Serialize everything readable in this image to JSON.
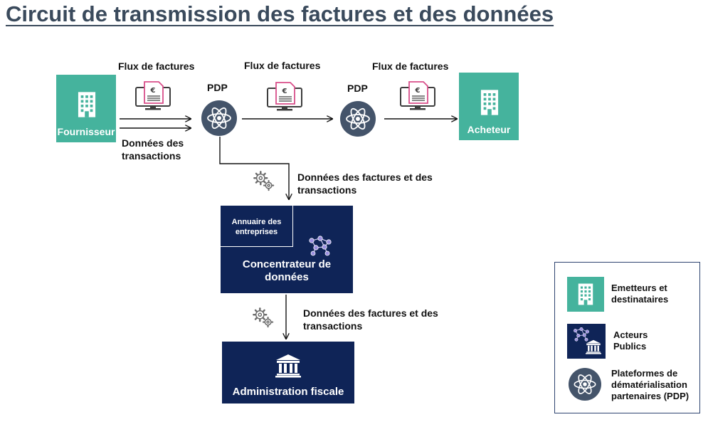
{
  "title": "Circuit de transmission des factures et des données",
  "flow": {
    "flux_label_1": "Flux de factures",
    "flux_label_2": "Flux de factures",
    "flux_label_3": "Flux de factures",
    "pdp_label_1": "PDP",
    "pdp_label_2": "PDP",
    "donnees_transactions_line1": "Données des",
    "donnees_transactions_line2": "transactions",
    "donnees_factures_1_line1": "Données des factures et des",
    "donnees_factures_1_line2": "transactions",
    "donnees_factures_2_line1": "Données des factures et des",
    "donnees_factures_2_line2": "transactions"
  },
  "nodes": {
    "fournisseur": "Fournisseur",
    "acheteur": "Acheteur",
    "annuaire_line1": "Annuaire des",
    "annuaire_line2": "entreprises",
    "concentrateur_line1": "Concentrateur de",
    "concentrateur_line2": "données",
    "administration": "Administration fiscale"
  },
  "legend": {
    "emetteurs_line1": "Emetteurs et",
    "emetteurs_line2": "destinataires",
    "acteurs_line1": "Acteurs",
    "acteurs_line2": "Publics",
    "plateformes_line1": "Plateformes de",
    "plateformes_line2": "dématérialisation",
    "plateformes_line3": "partenaires (PDP)"
  },
  "icons": {
    "building": "building-icon",
    "invoice_monitor": "invoice-monitor-icon",
    "atom": "atom-icon",
    "gears": "gears-icon",
    "network": "network-icon",
    "institution": "institution-icon"
  },
  "colors": {
    "teal": "#45b39d",
    "navy": "#0f2457",
    "pdp_grey": "#44546a",
    "invoice_pink": "#d94f8a",
    "title": "#3a4a5c"
  }
}
